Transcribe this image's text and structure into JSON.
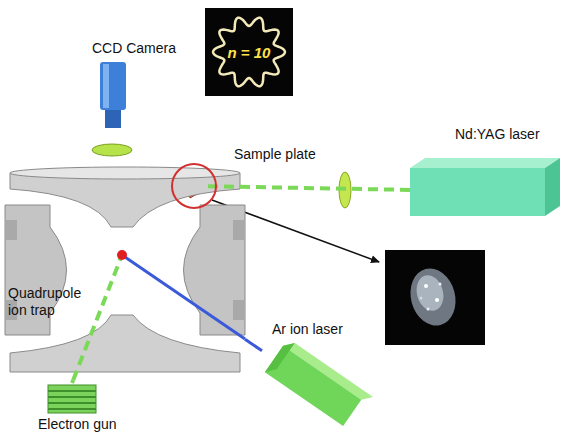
{
  "diagram": {
    "nodes": [
      {
        "text": [
          "CCD Camera"
        ]
      },
      {
        "text": [
          "n = 10"
        ]
      },
      {
        "text": [
          "Sample plate"
        ]
      },
      {
        "text": [
          "Nd:YAG laser"
        ]
      },
      {
        "text": [
          "Quadrupole ion trap"
        ]
      },
      {
        "text": [
          "Ar ion laser"
        ]
      },
      {
        "text": [
          "Electron gun"
        ]
      }
    ],
    "edges": [
      {
        "from": 3,
        "to": 2,
        "arrow": "none"
      },
      {
        "from": 5,
        "to": 4,
        "arrow": "none"
      },
      {
        "from": 6,
        "to": 4,
        "arrow": "none"
      }
    ]
  }
}
